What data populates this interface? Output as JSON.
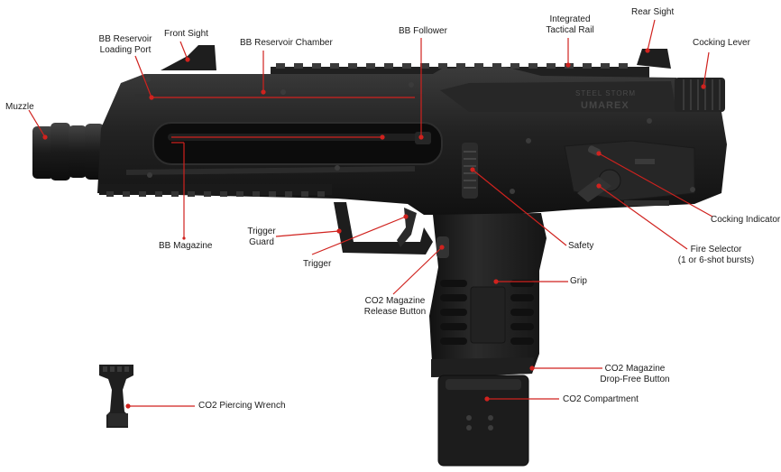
{
  "labels": {
    "muzzle": "Muzzle",
    "bb_reservoir_loading_port_1": "BB Reservoir",
    "bb_reservoir_loading_port_2": "Loading Port",
    "front_sight": "Front Sight",
    "bb_reservoir_chamber": "BB Reservoir Chamber",
    "bb_follower": "BB Follower",
    "integrated_tactical_rail_1": "Integrated",
    "integrated_tactical_rail_2": "Tactical Rail",
    "rear_sight": "Rear Sight",
    "cocking_lever": "Cocking Lever",
    "bb_magazine": "BB Magazine",
    "trigger_guard_1": "Trigger",
    "trigger_guard_2": "Guard",
    "trigger": "Trigger",
    "safety": "Safety",
    "cocking_indicator": "Cocking Indicator",
    "fire_selector_1": "Fire Selector",
    "fire_selector_2": "(1 or 6-shot bursts)",
    "grip": "Grip",
    "co2_mag_release_1": "CO2 Magazine",
    "co2_mag_release_2": "Release Button",
    "co2_mag_dropfree_1": "CO2 Magazine",
    "co2_mag_dropfree_2": "Drop-Free Button",
    "co2_compartment": "CO2 Compartment",
    "co2_piercing_wrench": "CO2 Piercing Wrench"
  },
  "engraving": {
    "line1": "STEEL STORM",
    "line2": "UMAREX"
  },
  "colors": {
    "leader": "#d0221e",
    "gun_body": "#1c1c1c",
    "gun_highlight": "#3a3a3a"
  }
}
